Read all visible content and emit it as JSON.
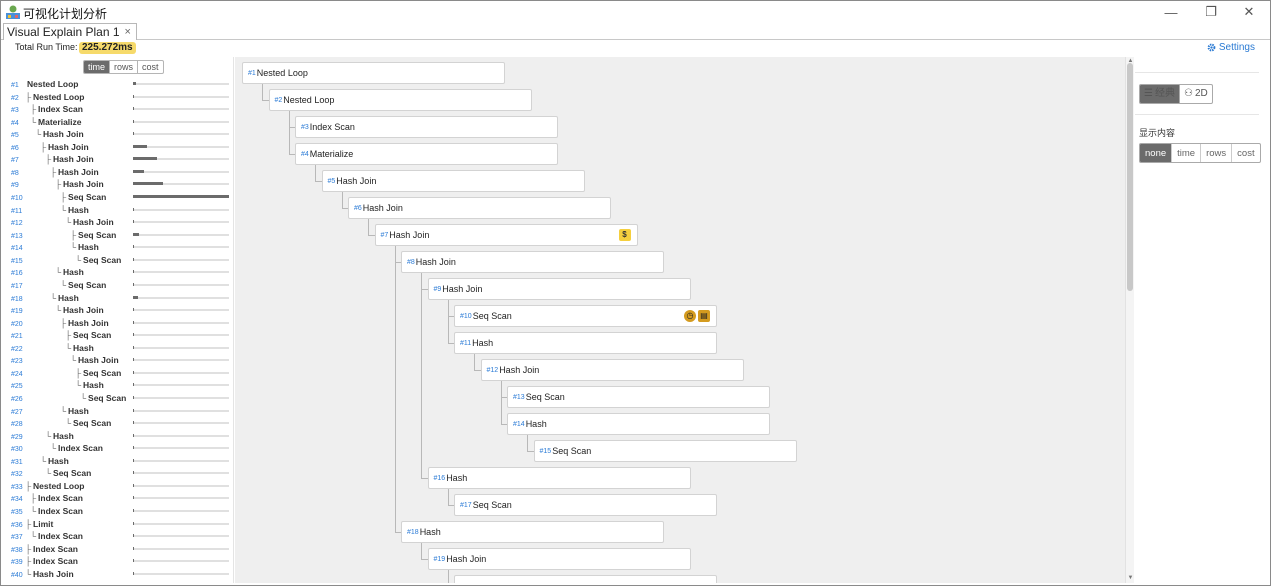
{
  "window": {
    "title": "可视化计划分析",
    "minimize": "—",
    "maximize": "❐",
    "close": "✕"
  },
  "tab": {
    "label": "Visual Explain Plan 1",
    "close": "×"
  },
  "status": {
    "run_label": "Total Run Time:",
    "run_value": "225.272ms",
    "settings_label": "Settings"
  },
  "left_toggle": {
    "options": [
      "time",
      "rows",
      "cost"
    ],
    "selected": "time"
  },
  "tree": [
    {
      "id": "#1",
      "label": "Nested Loop",
      "prefix": "",
      "level": 0,
      "bar": 3
    },
    {
      "id": "#2",
      "label": "Nested Loop",
      "prefix": "├",
      "level": 0,
      "bar": 0
    },
    {
      "id": "#3",
      "label": "Index Scan",
      "prefix": "├",
      "level": 1,
      "bar": 0
    },
    {
      "id": "#4",
      "label": "Materialize",
      "prefix": "└",
      "level": 1,
      "bar": 0
    },
    {
      "id": "#5",
      "label": "Hash Join",
      "prefix": "└",
      "level": 2,
      "bar": 0
    },
    {
      "id": "#6",
      "label": "Hash Join",
      "prefix": "├",
      "level": 3,
      "bar": 14
    },
    {
      "id": "#7",
      "label": "Hash Join",
      "prefix": "├",
      "level": 4,
      "bar": 24
    },
    {
      "id": "#8",
      "label": "Hash Join",
      "prefix": "├",
      "level": 5,
      "bar": 11
    },
    {
      "id": "#9",
      "label": "Hash Join",
      "prefix": "├",
      "level": 6,
      "bar": 30
    },
    {
      "id": "#10",
      "label": "Seq Scan",
      "prefix": "├",
      "level": 7,
      "bar": 96
    },
    {
      "id": "#11",
      "label": "Hash",
      "prefix": "└",
      "level": 7,
      "bar": 0
    },
    {
      "id": "#12",
      "label": "Hash Join",
      "prefix": "└",
      "level": 8,
      "bar": 0
    },
    {
      "id": "#13",
      "label": "Seq Scan",
      "prefix": "├",
      "level": 9,
      "bar": 6
    },
    {
      "id": "#14",
      "label": "Hash",
      "prefix": "└",
      "level": 9,
      "bar": 0
    },
    {
      "id": "#15",
      "label": "Seq Scan",
      "prefix": "└",
      "level": 10,
      "bar": 0
    },
    {
      "id": "#16",
      "label": "Hash",
      "prefix": "└",
      "level": 6,
      "bar": 0
    },
    {
      "id": "#17",
      "label": "Seq Scan",
      "prefix": "└",
      "level": 7,
      "bar": 0
    },
    {
      "id": "#18",
      "label": "Hash",
      "prefix": "└",
      "level": 5,
      "bar": 5
    },
    {
      "id": "#19",
      "label": "Hash Join",
      "prefix": "└",
      "level": 6,
      "bar": 0
    },
    {
      "id": "#20",
      "label": "Hash Join",
      "prefix": "├",
      "level": 7,
      "bar": 0
    },
    {
      "id": "#21",
      "label": "Seq Scan",
      "prefix": "├",
      "level": 8,
      "bar": 0
    },
    {
      "id": "#22",
      "label": "Hash",
      "prefix": "└",
      "level": 8,
      "bar": 0
    },
    {
      "id": "#23",
      "label": "Hash Join",
      "prefix": "└",
      "level": 9,
      "bar": 0
    },
    {
      "id": "#24",
      "label": "Seq Scan",
      "prefix": "├",
      "level": 10,
      "bar": 0
    },
    {
      "id": "#25",
      "label": "Hash",
      "prefix": "└",
      "level": 10,
      "bar": 0
    },
    {
      "id": "#26",
      "label": "Seq Scan",
      "prefix": "└",
      "level": 11,
      "bar": 0
    },
    {
      "id": "#27",
      "label": "Hash",
      "prefix": "└",
      "level": 7,
      "bar": 0
    },
    {
      "id": "#28",
      "label": "Seq Scan",
      "prefix": "└",
      "level": 8,
      "bar": 0
    },
    {
      "id": "#29",
      "label": "Hash",
      "prefix": "└",
      "level": 4,
      "bar": 0
    },
    {
      "id": "#30",
      "label": "Index Scan",
      "prefix": "└",
      "level": 5,
      "bar": 0
    },
    {
      "id": "#31",
      "label": "Hash",
      "prefix": "└",
      "level": 3,
      "bar": 0
    },
    {
      "id": "#32",
      "label": "Seq Scan",
      "prefix": "└",
      "level": 4,
      "bar": 0
    },
    {
      "id": "#33",
      "label": "Nested Loop",
      "prefix": "├",
      "level": 0,
      "bar": 0
    },
    {
      "id": "#34",
      "label": "Index Scan",
      "prefix": "├",
      "level": 1,
      "bar": 0
    },
    {
      "id": "#35",
      "label": "Index Scan",
      "prefix": "└",
      "level": 1,
      "bar": 0
    },
    {
      "id": "#36",
      "label": "Limit",
      "prefix": "├",
      "level": 0,
      "bar": 0
    },
    {
      "id": "#37",
      "label": "Index Scan",
      "prefix": "└",
      "level": 1,
      "bar": 0
    },
    {
      "id": "#38",
      "label": "Index Scan",
      "prefix": "├",
      "level": 0,
      "bar": 0
    },
    {
      "id": "#39",
      "label": "Index Scan",
      "prefix": "├",
      "level": 0,
      "bar": 0
    },
    {
      "id": "#40",
      "label": "Hash Join",
      "prefix": "└",
      "level": 0,
      "bar": 0
    }
  ],
  "nodes": [
    {
      "id": "#1",
      "label": "Nested Loop",
      "depth": 0,
      "row": 0,
      "badges": []
    },
    {
      "id": "#2",
      "label": "Nested Loop",
      "depth": 1,
      "row": 1,
      "badges": []
    },
    {
      "id": "#3",
      "label": "Index Scan",
      "depth": 2,
      "row": 2,
      "badges": []
    },
    {
      "id": "#4",
      "label": "Materialize",
      "depth": 2,
      "row": 3,
      "badges": []
    },
    {
      "id": "#5",
      "label": "Hash Join",
      "depth": 3,
      "row": 4,
      "badges": []
    },
    {
      "id": "#6",
      "label": "Hash Join",
      "depth": 4,
      "row": 5,
      "badges": []
    },
    {
      "id": "#7",
      "label": "Hash Join",
      "depth": 5,
      "row": 6,
      "badges": [
        "cost"
      ]
    },
    {
      "id": "#8",
      "label": "Hash Join",
      "depth": 6,
      "row": 7,
      "badges": []
    },
    {
      "id": "#9",
      "label": "Hash Join",
      "depth": 7,
      "row": 8,
      "badges": []
    },
    {
      "id": "#10",
      "label": "Seq Scan",
      "depth": 8,
      "row": 9,
      "badges": [
        "time",
        "rows"
      ]
    },
    {
      "id": "#11",
      "label": "Hash",
      "depth": 8,
      "row": 10,
      "badges": []
    },
    {
      "id": "#12",
      "label": "Hash Join",
      "depth": 9,
      "row": 11,
      "badges": []
    },
    {
      "id": "#13",
      "label": "Seq Scan",
      "depth": 10,
      "row": 12,
      "badges": []
    },
    {
      "id": "#14",
      "label": "Hash",
      "depth": 10,
      "row": 13,
      "badges": []
    },
    {
      "id": "#15",
      "label": "Seq Scan",
      "depth": 11,
      "row": 14,
      "badges": []
    },
    {
      "id": "#16",
      "label": "Hash",
      "depth": 7,
      "row": 15,
      "badges": []
    },
    {
      "id": "#17",
      "label": "Seq Scan",
      "depth": 8,
      "row": 16,
      "badges": []
    },
    {
      "id": "#18",
      "label": "Hash",
      "depth": 6,
      "row": 17,
      "badges": []
    },
    {
      "id": "#19",
      "label": "Hash Join",
      "depth": 7,
      "row": 18,
      "badges": []
    },
    {
      "id": "#20",
      "label": "",
      "depth": 8,
      "row": 19,
      "badges": []
    }
  ],
  "badge_glyphs": {
    "cost": "$",
    "time": "◷",
    "rows": "▤"
  },
  "right_panel": {
    "view_options": [
      {
        "icon": "☰",
        "label": "经典"
      },
      {
        "icon": "⚇",
        "label": "2D"
      }
    ],
    "view_selected": "经典",
    "show_label": "显示内容",
    "show_options": [
      "none",
      "time",
      "rows",
      "cost"
    ],
    "show_selected": "none"
  },
  "colors": {
    "accent": "#2b7bd6",
    "badge_yellow": "#f6da6b",
    "bar": "#6b6b6b"
  }
}
